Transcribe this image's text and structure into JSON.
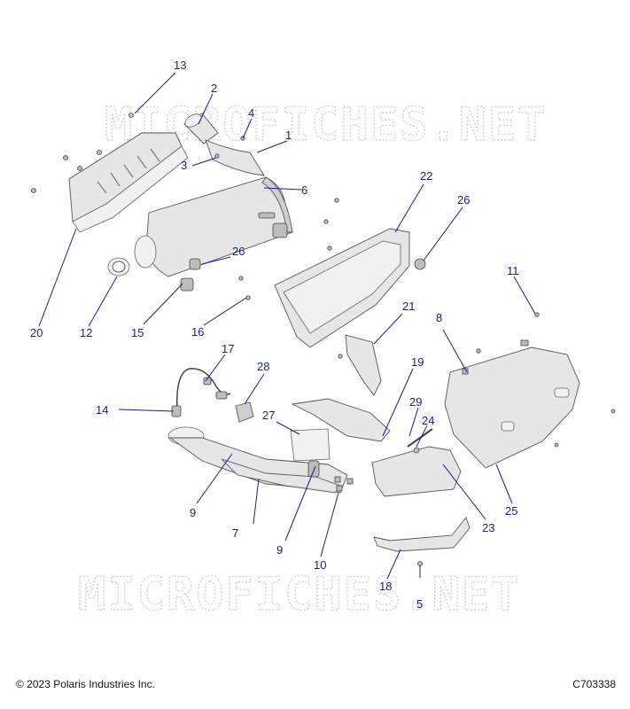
{
  "watermark": {
    "text_top": "MICROFICHES.NET",
    "text_bottom": "MICROFICHES.NET"
  },
  "callouts": [
    {
      "id": "c1",
      "label": "1"
    },
    {
      "id": "c2",
      "label": "2"
    },
    {
      "id": "c3",
      "label": "3"
    },
    {
      "id": "c4",
      "label": "4"
    },
    {
      "id": "c5",
      "label": "5"
    },
    {
      "id": "c6",
      "label": "6"
    },
    {
      "id": "c7",
      "label": "7"
    },
    {
      "id": "c8",
      "label": "8"
    },
    {
      "id": "c9a",
      "label": "9"
    },
    {
      "id": "c9b",
      "label": "9"
    },
    {
      "id": "c10",
      "label": "10"
    },
    {
      "id": "c11",
      "label": "11"
    },
    {
      "id": "c12",
      "label": "12"
    },
    {
      "id": "c13",
      "label": "13"
    },
    {
      "id": "c14",
      "label": "14"
    },
    {
      "id": "c15",
      "label": "15"
    },
    {
      "id": "c16",
      "label": "16"
    },
    {
      "id": "c17",
      "label": "17"
    },
    {
      "id": "c18",
      "label": "18"
    },
    {
      "id": "c19",
      "label": "19"
    },
    {
      "id": "c20",
      "label": "20"
    },
    {
      "id": "c21",
      "label": "21"
    },
    {
      "id": "c22",
      "label": "22"
    },
    {
      "id": "c23",
      "label": "23"
    },
    {
      "id": "c24",
      "label": "24"
    },
    {
      "id": "c25",
      "label": "25"
    },
    {
      "id": "c26a",
      "label": "26"
    },
    {
      "id": "c26b",
      "label": "26"
    },
    {
      "id": "c27",
      "label": "27"
    },
    {
      "id": "c28",
      "label": "28"
    },
    {
      "id": "c29",
      "label": "29"
    }
  ],
  "footer": {
    "copyright": "© 2023 Polaris Industries Inc.",
    "drawing_id": "C703338"
  },
  "colors": {
    "callout_text": "#1a1a99",
    "part_fill": "#e6e6e6",
    "watermark": "#d2d2d2"
  }
}
